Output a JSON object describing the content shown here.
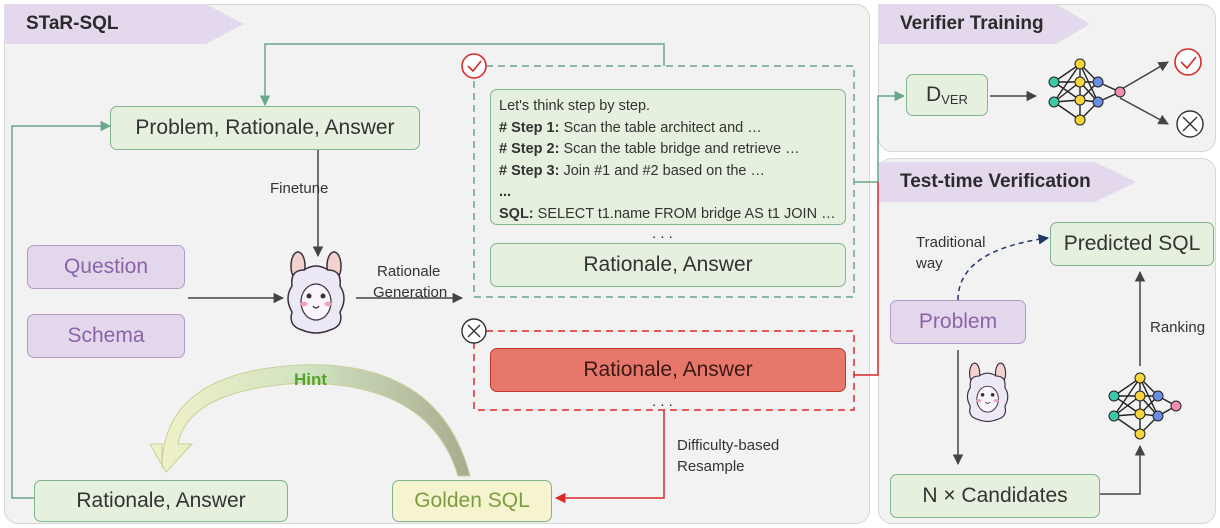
{
  "star_panel": {
    "title": "STaR-SQL",
    "problem_box": "Problem, Rationale, Answer",
    "finetune_label": "Finetune",
    "question_box": "Question",
    "schema_box": "Schema",
    "rationale_generation": [
      "Rationale",
      "Generation"
    ],
    "steps": [
      {
        "plain": "Let's think step by step.",
        "bold": "",
        "rest": ""
      },
      {
        "plain": "",
        "bold": "# Step 1:",
        "rest": " Scan the table architect and …"
      },
      {
        "plain": "",
        "bold": "# Step 2:",
        "rest": " Scan the table bridge and retrieve …"
      },
      {
        "plain": "",
        "bold": "# Step 3:",
        "rest": " Join #1 and #2 based on the …"
      },
      {
        "plain": "",
        "bold": "...",
        "rest": ""
      },
      {
        "plain": "",
        "bold": "SQL:",
        "rest": " SELECT t1.name FROM bridge AS t1 JOIN …"
      }
    ],
    "ellipsis": ". . .",
    "correct_answer_box": "Rationale, Answer",
    "wrong_answer_box": "Rationale, Answer",
    "hint_label": "Hint",
    "bottom_rationale_box": "Rationale, Answer",
    "golden_sql_box": "Golden SQL",
    "resample_label": [
      "Difficulty-based",
      "Resample"
    ]
  },
  "verifier_panel": {
    "title": "Verifier Training",
    "dver_main": "D",
    "dver_sub": "VER"
  },
  "test_panel": {
    "title": "Test-time Verification",
    "predicted_sql_box": "Predicted SQL",
    "traditional_label": [
      "Traditional",
      "way"
    ],
    "problem_box": "Problem",
    "ranking_label": "Ranking",
    "candidates_box": "N × Candidates"
  },
  "colors": {
    "panel_bg": "#f2f2f2",
    "banner": "#e4d8ec",
    "green_box": "#e6f0de",
    "green_line": "#6aa88a",
    "purple_box": "#e3d7ec",
    "red": "#d92b2b",
    "red_box": "#e8776b",
    "golden_box": "#f6f4cf",
    "hint_green": "#5aa02c"
  },
  "icons": [
    "llama-icon",
    "neural-network-icon",
    "check-circle-icon",
    "cross-circle-icon"
  ]
}
